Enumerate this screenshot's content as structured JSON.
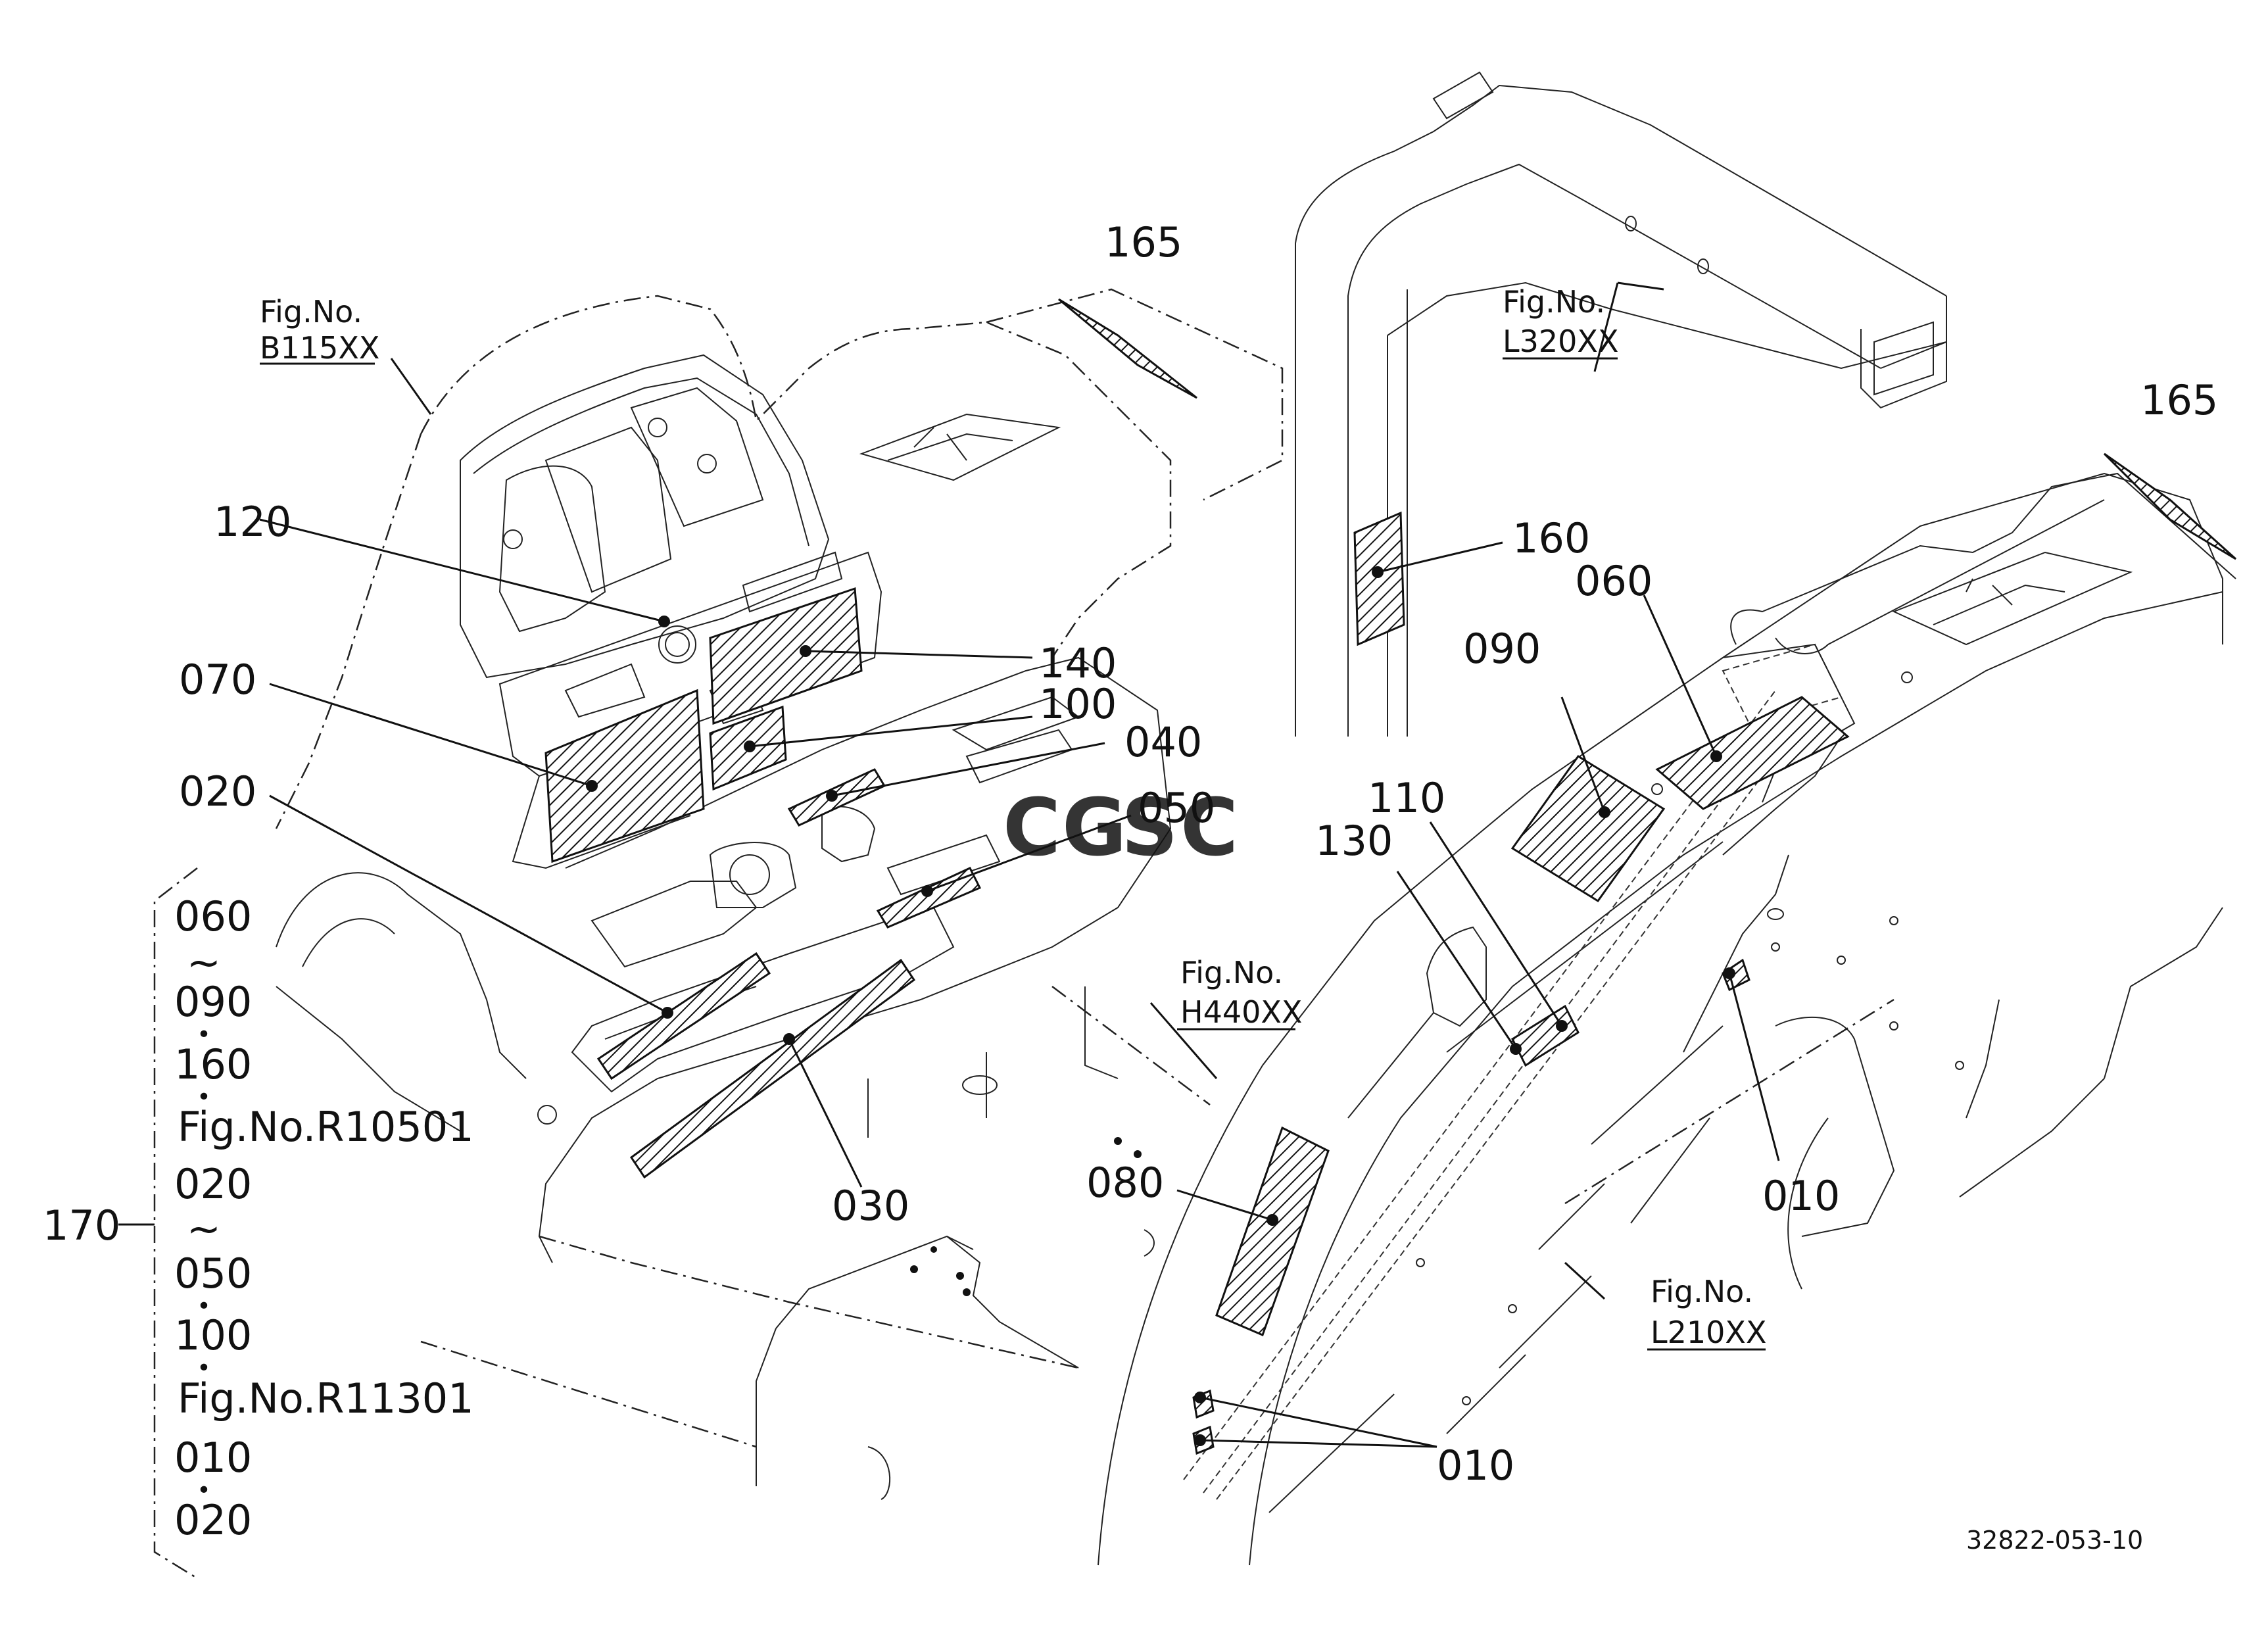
{
  "callouts": {
    "c165a": "165",
    "c165b": "165",
    "c120": "120",
    "c070": "070",
    "c140": "140",
    "c100": "100",
    "c040": "040",
    "c050": "050",
    "c020": "020",
    "c030": "030",
    "c160": "160",
    "c060": "060",
    "c090": "090",
    "c110": "110",
    "c130": "130",
    "c080": "080",
    "c010a": "010",
    "c010b": "010",
    "c170": "170"
  },
  "figrefs": {
    "b115": {
      "line1": "Fig.No.",
      "line2": "B115XX"
    },
    "l320": {
      "line1": "Fig.No.",
      "line2": "L320XX"
    },
    "h440": {
      "line1": "Fig.No.",
      "line2": "H440XX"
    },
    "l210": {
      "line1": "Fig.No.",
      "line2": "L210XX"
    }
  },
  "bracket_list": [
    "060",
    "~",
    "090",
    "•",
    "160",
    "•",
    "Fig.No.R10501",
    "020",
    "~",
    "050",
    "•",
    "100",
    "•",
    "Fig.No.R11301",
    "010",
    "•",
    "020"
  ],
  "watermark": {
    "letters": [
      "C",
      "G",
      "S",
      "C"
    ],
    "colors": [
      "#4a8ef0",
      "#ef6a5a",
      "#f7c443",
      "#3aa66a"
    ]
  },
  "drawing_code": "32822-053-10"
}
